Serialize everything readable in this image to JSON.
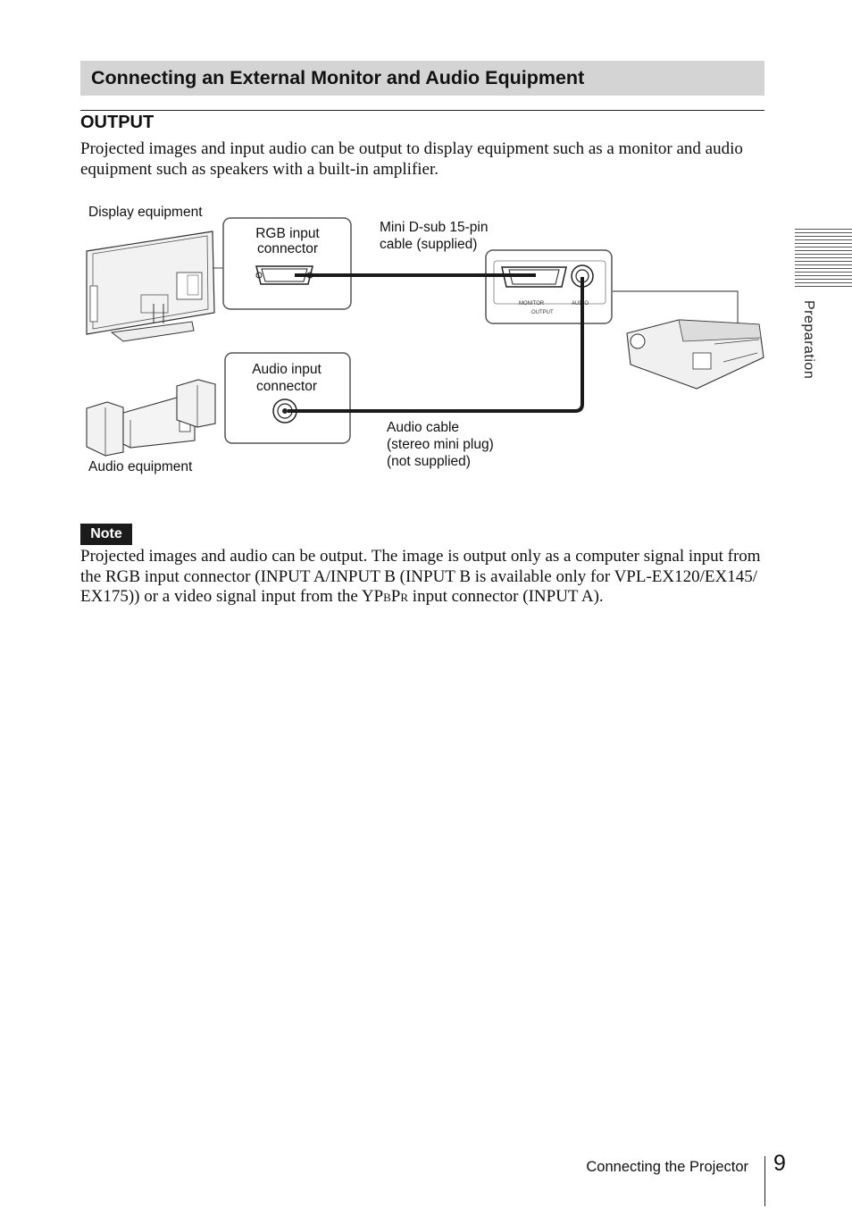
{
  "section": {
    "title": "Connecting an External Monitor and Audio Equipment",
    "subheading": "OUTPUT",
    "intro": "Projected images and input audio can be output to display equipment such as a monitor and audio equipment such as speakers with a built-in amplifier."
  },
  "diagram": {
    "display_equipment": "Display equipment",
    "rgb_input_line1": "RGB input",
    "rgb_input_line2": "connector",
    "minidsub_line1": "Mini D-sub 15-pin",
    "minidsub_line2": "cable (supplied)",
    "audio_input_line1": "Audio input",
    "audio_input_line2": "connector",
    "audio_cable_line1": "Audio cable",
    "audio_cable_line2": "(stereo mini plug)",
    "audio_cable_line3": "(not supplied)",
    "audio_equipment": "Audio equipment",
    "panel_monitor": "MONITOR",
    "panel_audio": "AUDIO",
    "panel_output": "OUTPUT"
  },
  "note": {
    "badge": "Note",
    "text_a": "Projected images and audio can be output. The image is output only as a computer signal input from the RGB input connector (INPUT A/INPUT B (INPUT B is available only for VPL-EX120/EX145/ EX175)) or a video signal input from the YP",
    "sub_b": "B",
    "text_p": "P",
    "sub_r": "R",
    "text_b": " input connector (INPUT A)."
  },
  "side_tab": {
    "label": "Preparation"
  },
  "footer": {
    "running_title": "Connecting the Projector",
    "page_number": "9"
  }
}
